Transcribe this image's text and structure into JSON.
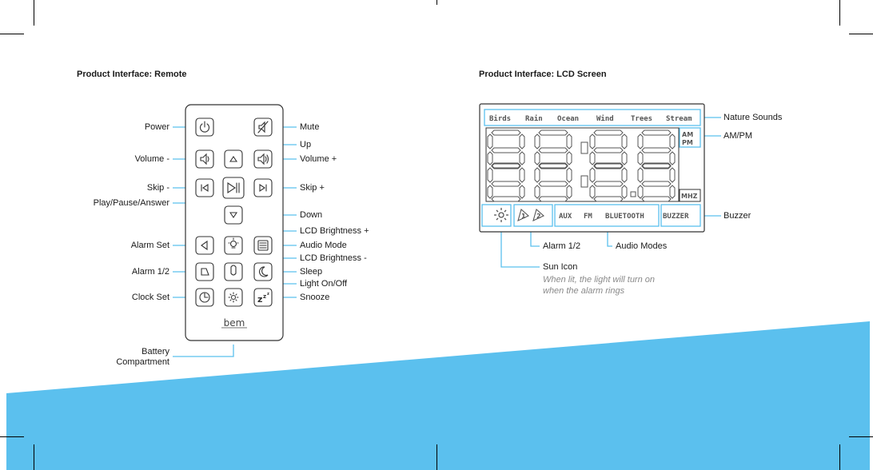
{
  "headings": {
    "remote": "Product Interface: Remote",
    "lcd": "Product Interface: LCD Screen"
  },
  "remote_labels": {
    "power": "Power",
    "volume_down": "Volume -",
    "skip_back": "Skip -",
    "play_pause": "Play/Pause/Answer",
    "alarm_set": "Alarm Set",
    "alarm_1_2": "Alarm 1/2",
    "clock_set": "Clock Set",
    "battery_line1": "Battery",
    "battery_line2": "Compartment",
    "mute": "Mute",
    "up": "Up",
    "volume_up": "Volume +",
    "skip_forward": "Skip +",
    "down": "Down",
    "lcd_brightness_up": "LCD Brightness +",
    "audio_mode": "Audio Mode",
    "lcd_brightness_down": "LCD Brightness -",
    "sleep": "Sleep",
    "light_on_off": "Light On/Off",
    "snooze": "Snooze"
  },
  "remote_brand": "bem",
  "lcd": {
    "nature_sounds": [
      "Birds",
      "Rain",
      "Ocean",
      "Wind",
      "Trees",
      "Stream"
    ],
    "am": "AM",
    "pm": "PM",
    "mhz": "MHZ",
    "audio_modes": [
      "AUX",
      "FM",
      "BLUETOOTH"
    ],
    "buzzer": "BUZZER",
    "alarm_digits": [
      "1",
      "2"
    ]
  },
  "lcd_labels": {
    "nature_sounds": "Nature Sounds",
    "am_pm": "AM/PM",
    "buzzer": "Buzzer",
    "alarm_1_2": "Alarm 1/2",
    "audio_modes": "Audio Modes",
    "sun_icon": "Sun Icon",
    "sun_note_line1": "When lit, the light will turn on",
    "sun_note_line2": "when the alarm rings"
  },
  "colors": {
    "accent": "#5bc0ee",
    "lcd_border": "#333333",
    "text": "#1a1a1a"
  }
}
